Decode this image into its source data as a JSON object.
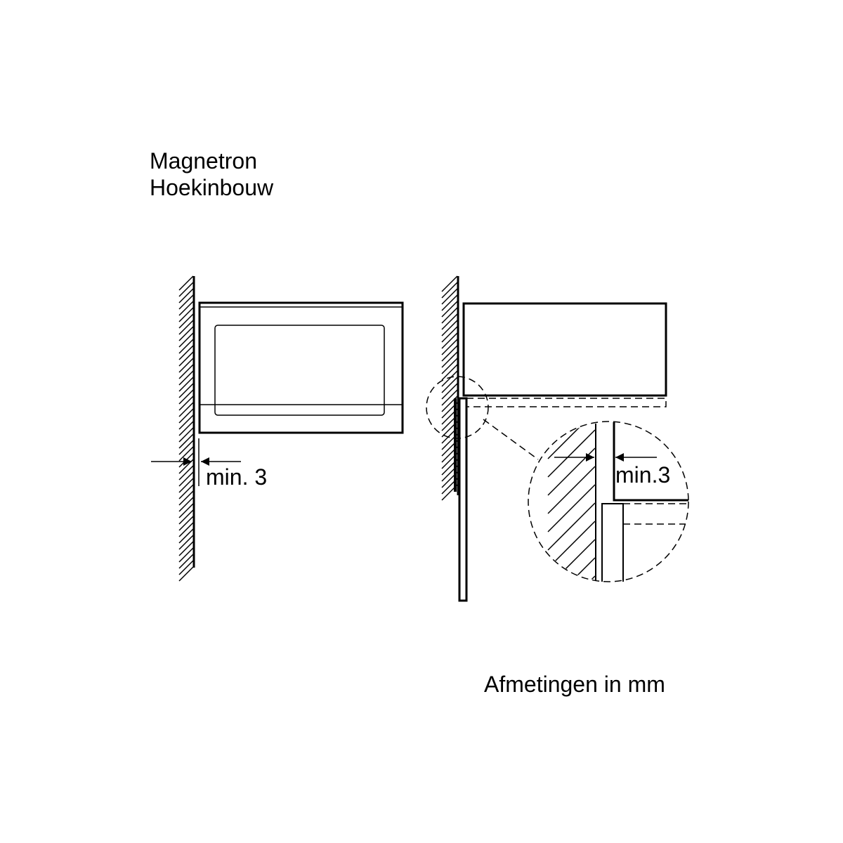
{
  "title": {
    "line1": "Magnetron",
    "line2": "Hoekinbouw"
  },
  "front_view": {
    "dimension_label": "min. 3"
  },
  "side_view": {
    "detail_dimension_label": "min.3"
  },
  "footer": {
    "units_note": "Afmetingen in mm"
  },
  "colors": {
    "ink": "#000000",
    "background": "#ffffff"
  }
}
